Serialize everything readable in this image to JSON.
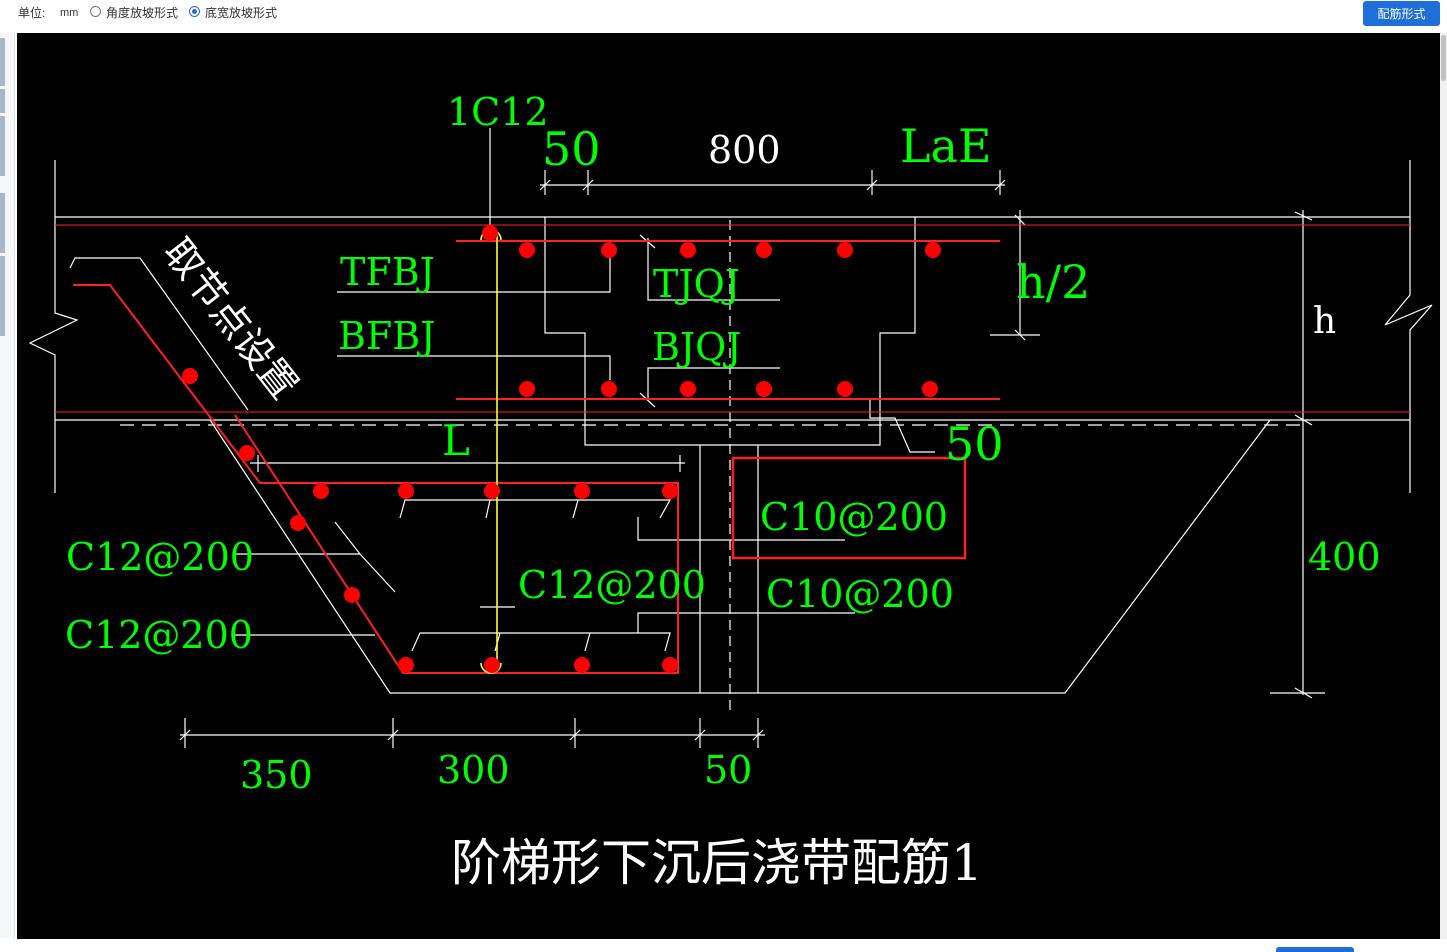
{
  "toolbar": {
    "unit_label": "单位:",
    "unit_value": "mm",
    "option_angle": "角度放坡形式",
    "option_width": "底宽放坡形式",
    "selected": "底宽放坡形式",
    "button_label": "配筋形式"
  },
  "drawing": {
    "colors": {
      "background": "#000000",
      "line": "#ffffff",
      "label": "#00ff00",
      "rebar": "#ff0000",
      "highlight": "#ffff33"
    },
    "labels": {
      "top_bar": "1C12",
      "dim_50_top": "50",
      "dim_800": "800",
      "dim_lae": "LaE",
      "tfbj": "TFBJ",
      "tjqj": "TJQJ",
      "bfbj": "BFBJ",
      "bjqj": "BJQJ",
      "h_half": "h/2",
      "h": "h",
      "node_setting": "取节点设置",
      "dim_l": "L",
      "dim_50_mid": "50",
      "c10_a": "C10@200",
      "c10_b": "C10@200",
      "c12_a": "C12@200",
      "c12_b": "C12@200",
      "c12_c": "C12@200",
      "dim_400": "400",
      "dim_350": "350",
      "dim_300": "300",
      "dim_50_bottom": "50",
      "title": "阶梯形下沉后浇带配筋1"
    }
  }
}
